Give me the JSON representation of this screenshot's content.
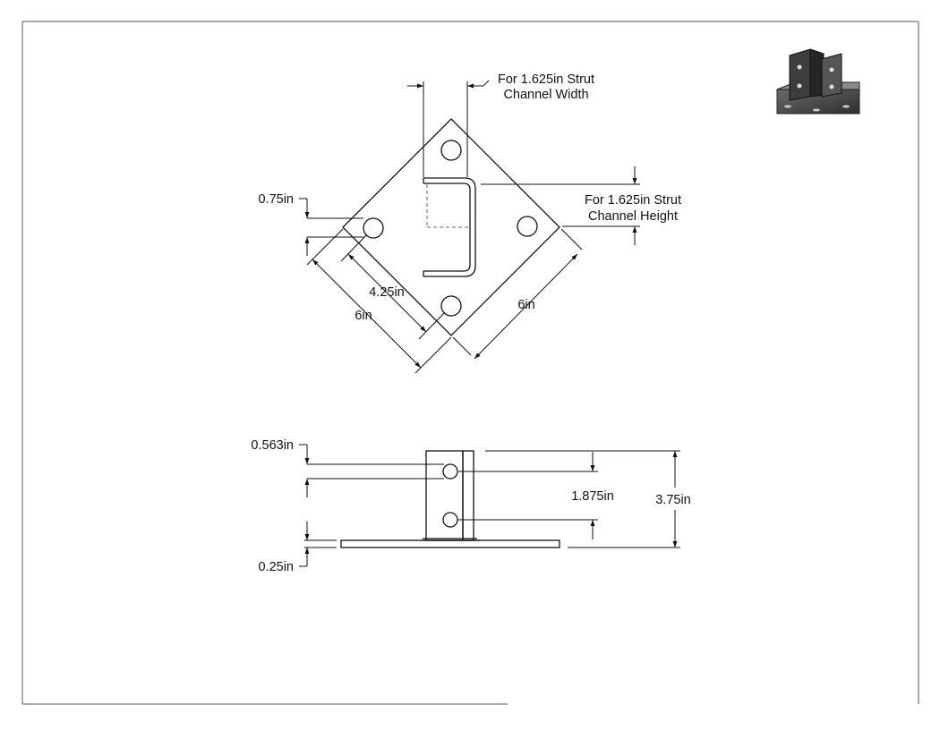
{
  "top_view": {
    "width_note": [
      "For 1.625in Strut",
      "Channel Width"
    ],
    "height_note": [
      "For 1.625in Strut",
      "Channel Height"
    ],
    "dim_hole_offset": "0.75in",
    "dim_hole_spacing": "4.25in",
    "dim_side_left": "6in",
    "dim_side_right": "6in"
  },
  "side_view": {
    "dim_top_hole_offset": "0.563in",
    "dim_hole_spacing": "1.875in",
    "dim_total_height": "3.75in",
    "dim_plate_thickness": "0.25in"
  }
}
